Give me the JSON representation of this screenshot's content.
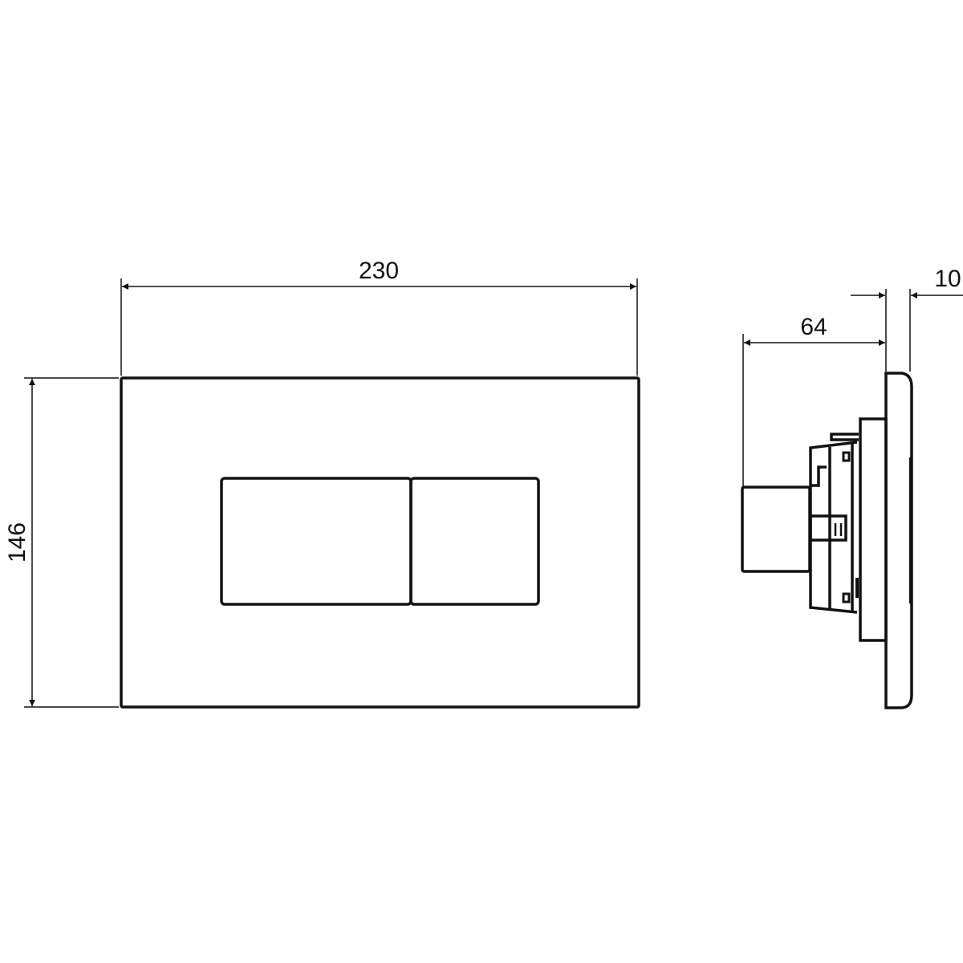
{
  "drawing": {
    "front_view": {
      "width_dimension": "230",
      "height_dimension": "146"
    },
    "side_view": {
      "depth_dimension": "64",
      "plate_thickness_dimension": "10"
    },
    "colors": {
      "line": "#111111",
      "background": "#ffffff"
    }
  }
}
